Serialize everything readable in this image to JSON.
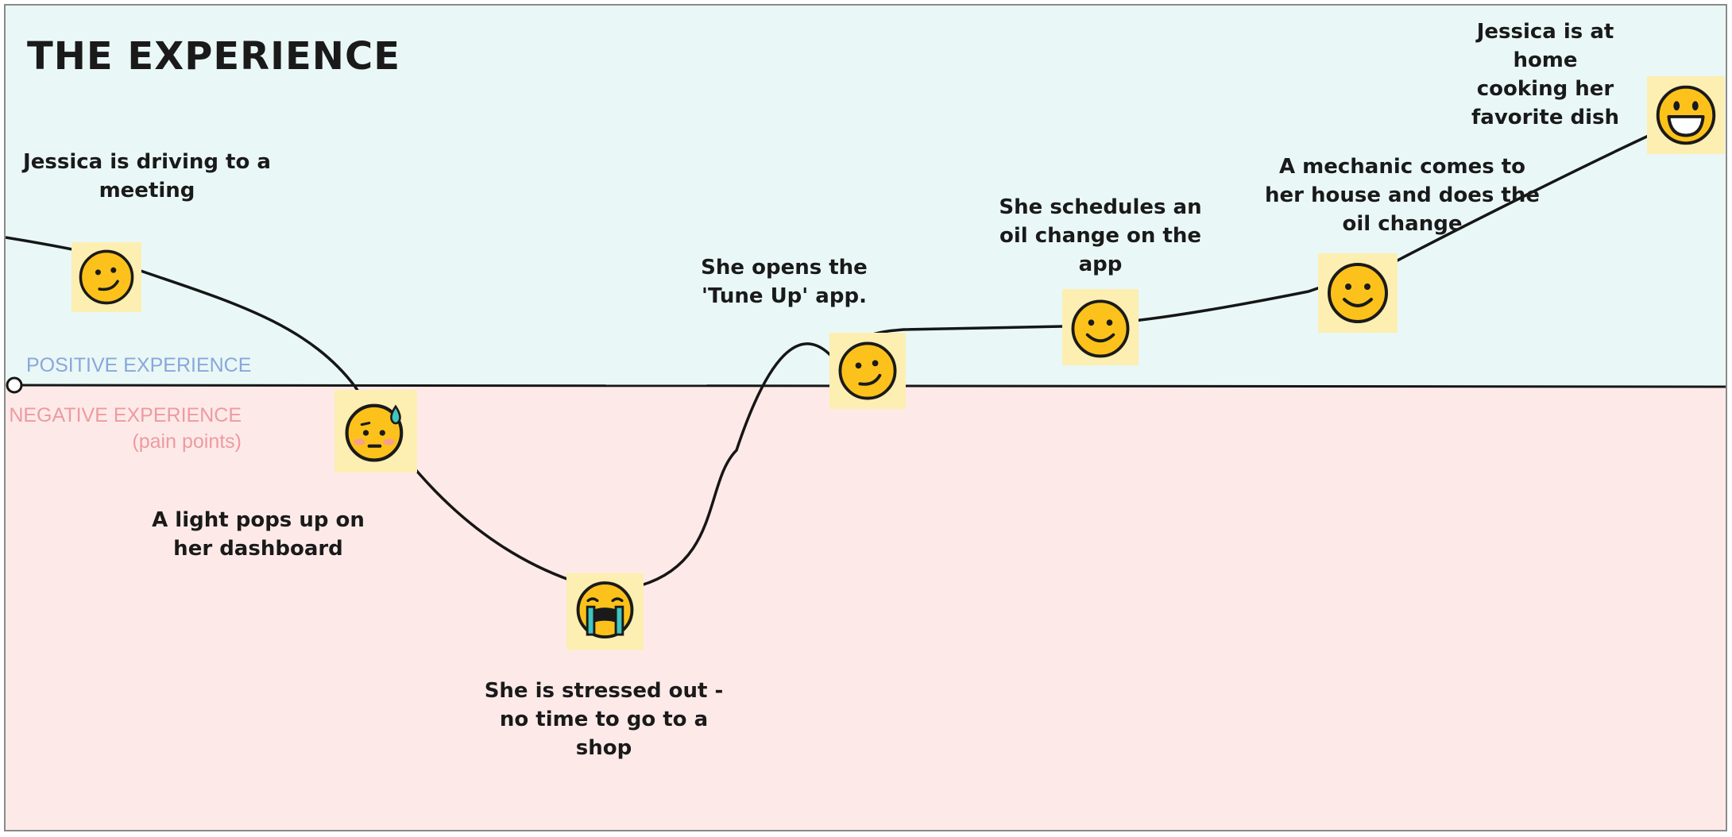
{
  "colors": {
    "positive_zone": "#e9f8f6",
    "negative_zone": "#fdeae8",
    "positive_label": "#8aa6dc",
    "negative_label": "#ee9aa0",
    "sticky_note": "#fdeeb2",
    "emoji_face": "#fcc21b",
    "curve": "#161616",
    "text": "#1a1a1a"
  },
  "title": "THE EXPERIENCE",
  "zones": {
    "positive": "POSITIVE EXPERIENCE",
    "negative": "NEGATIVE EXPERIENCE",
    "negative_note": "(pain points)"
  },
  "steps": [
    {
      "label": "Jessica is driving to a\nmeeting",
      "emoji": "smirking-face-icon",
      "sentiment": "positive"
    },
    {
      "label": "A light pops up on\nher dashboard",
      "emoji": "anxious-sweat-face-icon",
      "sentiment": "negative"
    },
    {
      "label": "She is stressed out -\nno time to go to a\nshop",
      "emoji": "loudly-crying-face-icon",
      "sentiment": "negative"
    },
    {
      "label": "She opens the\n'Tune Up' app.",
      "emoji": "smirking-face-icon",
      "sentiment": "positive"
    },
    {
      "label": "She schedules an\noil change on the\napp",
      "emoji": "smiling-face-icon",
      "sentiment": "positive"
    },
    {
      "label": "A mechanic comes to\nher house and does the\noil change",
      "emoji": "smiling-face-icon",
      "sentiment": "positive"
    },
    {
      "label": "Jessica is at home\ncooking her\nfavorite dish",
      "emoji": "grinning-face-icon",
      "sentiment": "positive"
    }
  ]
}
